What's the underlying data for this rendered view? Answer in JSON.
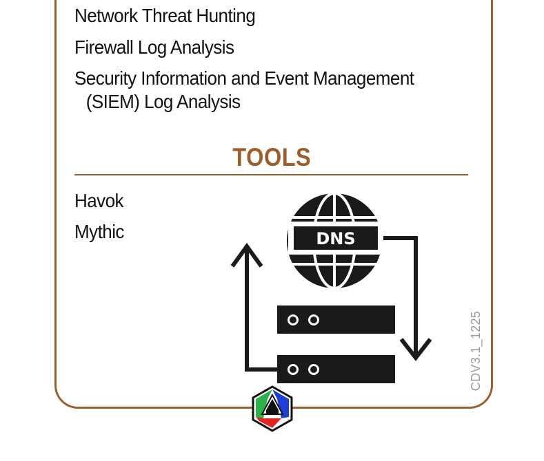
{
  "skills": {
    "items": [
      "Network Threat Hunting",
      "Firewall Log Analysis",
      "Security Information and Event Management",
      "(SIEM) Log Analysis"
    ]
  },
  "tools": {
    "title": "TOOLS",
    "items": [
      "Havok",
      "Mythic"
    ]
  },
  "diagram": {
    "dns_label": "DNS",
    "icons": [
      "globe-icon",
      "server-icon",
      "server-icon",
      "arrow-up-icon",
      "arrow-down-icon"
    ]
  },
  "document_id": "CDV3.1_1225",
  "colors": {
    "accent": "#9a5f2c",
    "text": "#111111",
    "icon": "#1a1a1a",
    "doc_id": "#9a9a9a",
    "badge_green": "#29b34a",
    "badge_blue": "#1d3fd6",
    "badge_red": "#e02323"
  }
}
